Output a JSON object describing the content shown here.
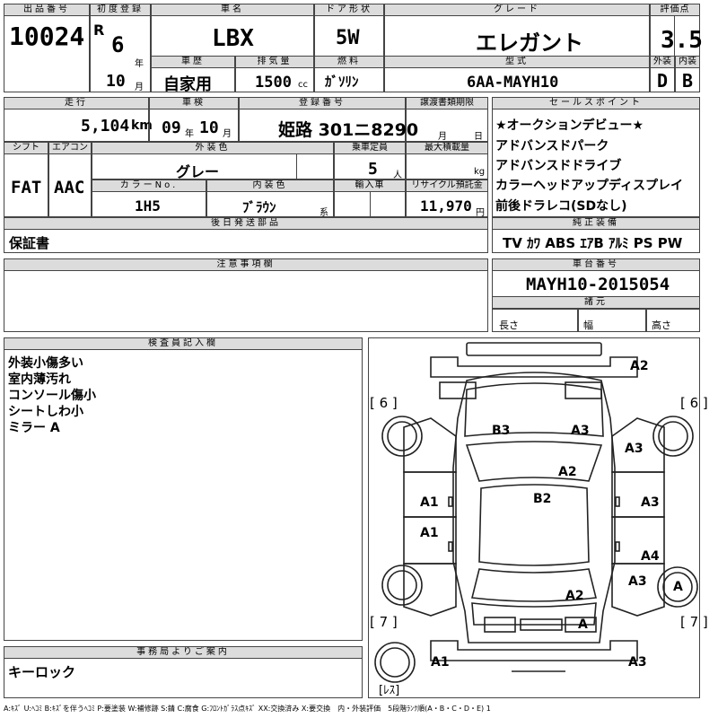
{
  "header": {
    "lot_label": "出品番号",
    "lot": "10024",
    "first_reg_label": "初度登録",
    "era": "R",
    "year": "6",
    "year_unit": "年",
    "month": "10",
    "month_unit": "月",
    "car_name_label": "車名",
    "car_name": "LBX",
    "door_label": "ドア形状",
    "door": "5W",
    "grade_label": "グレード",
    "grade": "エレガント",
    "score_label": "評価点",
    "score": "3.5",
    "history_label": "車歴",
    "history": "自家用",
    "displacement_label": "排気量",
    "displacement": "1500",
    "displacement_unit": "cc",
    "fuel_label": "燃料",
    "fuel": "ｶﾞｿﾘﾝ",
    "model_label": "型式",
    "model": "6AA-MAYH10",
    "exterior_label": "外装",
    "exterior": "D",
    "interior_label": "内装",
    "interior": "B"
  },
  "row2": {
    "mileage_label": "走行",
    "mileage": "5,104",
    "mileage_unit": "km",
    "inspection_label": "車検",
    "insp_year": "09",
    "insp_year_unit": "年",
    "insp_month": "10",
    "insp_month_unit": "月",
    "reg_label": "登録番号",
    "reg": "姫路 301ニ8290",
    "transfer_label": "譲渡書類期限",
    "transfer_month_unit": "月",
    "transfer_day_unit": "日",
    "shift_label": "シフト",
    "shift": "FAT",
    "ac_label": "エアコン",
    "ac": "AAC",
    "ext_color_label": "外装色",
    "ext_color": "グレー",
    "capacity_label": "乗車定員",
    "capacity": "5",
    "capacity_unit": "人",
    "max_load_label": "最大積載量",
    "max_load_unit": "kg",
    "color_no_label": "カラーNo.",
    "color_no": "1H5",
    "int_color_label": "内装色",
    "int_color": "ﾌﾞﾗｳﾝ",
    "int_color_unit": "系",
    "import_label": "輸入車",
    "recycle_label": "リサイクル預託金",
    "recycle": "11,970",
    "recycle_unit": "円",
    "later_parts_label": "後日発送部品",
    "later_parts": "保証書"
  },
  "sales_points": {
    "label": "セールスポイント",
    "items": [
      "★オークションデビュー★",
      "アドバンスドパーク",
      "アドバンスドドライブ",
      "カラーヘッドアップディスプレイ",
      "前後ドラレコ(SDなし)"
    ]
  },
  "equipment": {
    "label": "純正装備",
    "items": "TV ｶﾜ ABS ｴｱB ｱﾙﾐ PS PW"
  },
  "caution": {
    "label": "注意事項欄"
  },
  "chassis": {
    "label": "車台番号",
    "value": "MAYH10-2015054"
  },
  "specs": {
    "label": "諸元",
    "length": "長さ",
    "width": "幅",
    "height": "高さ"
  },
  "inspector": {
    "label": "検査員記入欄",
    "notes": [
      "外装小傷多い",
      "室内薄汚れ",
      "コンソール傷小",
      "シートしわ小",
      "ミラー A"
    ]
  },
  "office": {
    "label": "事務局よりご案内",
    "note": "キーロック"
  },
  "diagram": {
    "tire_fl": "[ 6 ]",
    "tire_fr": "[ 6 ]",
    "tire_rl": "[ 7 ]",
    "tire_rr": "[ 7 ]",
    "spare": "[ﾚｽ]",
    "marks": {
      "front_bumper": "A2",
      "hood_l": "B3",
      "hood_r": "A3",
      "fender_r": "A3",
      "windshield": "A2",
      "roof": "B2",
      "door_fl": "A1",
      "door_fr": "A3",
      "door_rl": "A1",
      "door_rr": "A4",
      "quarter_r": "A3",
      "wheel_rr": "A",
      "trunk": "A2",
      "rear_plate": "A",
      "rear_bumper_l": "A1",
      "rear_bumper_r": "A3"
    }
  },
  "legend": "A:ｷｽﾞ U:ﾍｺﾐ B:ｷｽﾞを伴うﾍｺﾐ P:要塗装 W:補修跡 S:錆 C:腐食 G:ﾌﾛﾝﾄｶﾞﾗｽ点ｷｽﾞ XX:交換済み X:要交換　内・外装評価　5段階ﾗﾝｸ順(A・B・C・D・E) 1"
}
